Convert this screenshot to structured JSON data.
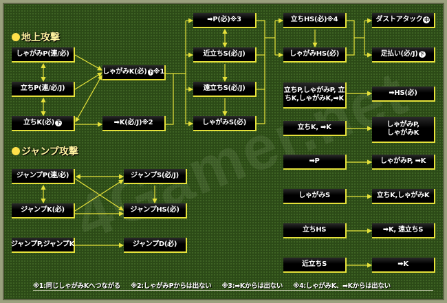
{
  "headings": {
    "ground": "地上攻撃",
    "jump": "ジャンプ攻撃"
  },
  "watermark": "4Gamer.net",
  "ground": {
    "crouch_p": {
      "label": "しゃがみP(連/必)"
    },
    "stand_p": {
      "label": "立ちP(連/必/J)"
    },
    "stand_k": {
      "label": "立ちK(必)",
      "badge": "下"
    },
    "crouch_k": {
      "label": "しゃがみK(必)",
      "badge": "下",
      "note": "※1"
    },
    "fwd_k": {
      "label": "➡K(必/J)",
      "note": "※2"
    },
    "fwd_p": {
      "label": "➡P(必)",
      "note": "※3"
    },
    "close_s": {
      "label": "近立ちS(必/J)"
    },
    "far_s": {
      "label": "遠立ちS(必/J)"
    },
    "crouch_s": {
      "label": "しゃがみS(必)"
    },
    "stand_hs": {
      "label": "立ちHS(必)",
      "note": "※4"
    },
    "crouch_hs": {
      "label": "しゃがみHS(必)"
    },
    "dust": {
      "label": "ダストアタック",
      "badge": "中"
    },
    "sweep": {
      "label": "足払い(必/J)",
      "badge": "下"
    }
  },
  "pairs": [
    {
      "from": "立ちP,しゃがみP, 立ちK,しゃがみK,➡K",
      "to": "➡HS(必)"
    },
    {
      "from": "立ちK, ➡K",
      "to": "しゃがみP, しゃがみK"
    },
    {
      "from": "➡P",
      "to": "しゃがみP, ➡K"
    },
    {
      "from": "しゃがみS",
      "to": "立ちK,しゃがみK"
    },
    {
      "from": "立ちHS",
      "to": "➡K, 遠立ちS"
    },
    {
      "from": "近立ちS",
      "to": "➡K"
    }
  ],
  "jump": {
    "jp": "ジャンプP(連/必)",
    "jk": "ジャンプK(必)",
    "jpk": "ジャンプP,ジャンプK",
    "js": "ジャンプS(必/J)",
    "jhs": "ジャンプHS(必)",
    "jd": "ジャンプD(必)"
  },
  "footnotes": [
    "※1:同じしゃがみKへつながる",
    "※2:しゃがみPからは出ない",
    "※3:➡Kからは出ない",
    "※4:しゃがみK、➡Kからは出ない"
  ],
  "colors": {
    "line": "#e6e23a",
    "background": "#2c4a17",
    "box": "#000000"
  }
}
